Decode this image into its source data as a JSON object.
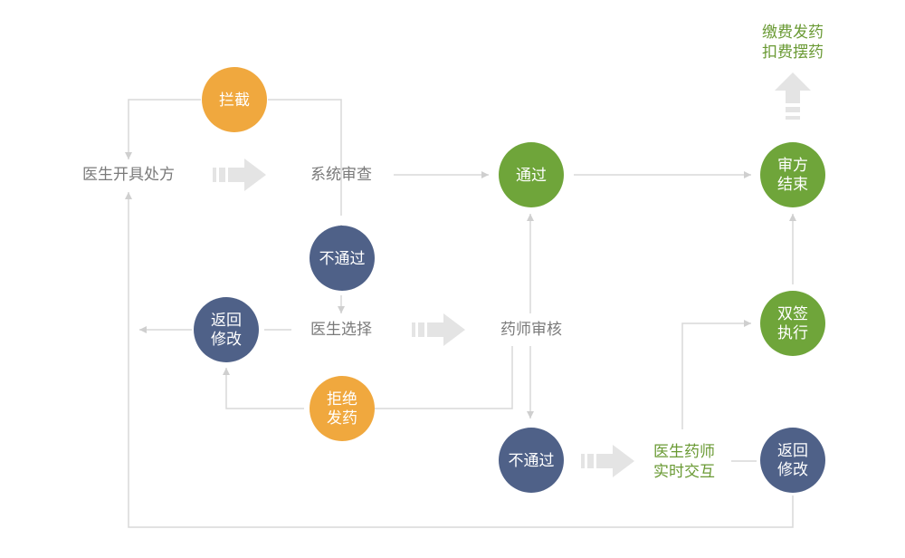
{
  "nodes": {
    "doctor_prescribe": "医生开具处方",
    "system_review": "系统审查",
    "intercept": "拦截",
    "pass_1": "通过",
    "fail_1": "不通过",
    "return_modify_left": [
      "返回",
      "修改"
    ],
    "doctor_choose": "医生选择",
    "pharmacist_review": "药师审核",
    "reject_dispense": [
      "拒绝",
      "发药"
    ],
    "fail_2": "不通过",
    "realtime_interaction": [
      "医生药师",
      "实时交互"
    ],
    "return_modify_right": [
      "返回",
      "修改"
    ],
    "review_end": [
      "审方",
      "结束"
    ],
    "double_sign": [
      "双签",
      "执行"
    ],
    "pay_dispense": [
      "缴费发药",
      "扣费摆药"
    ]
  },
  "colors": {
    "orange": "#f0a83e",
    "navy": "#4f6188",
    "green": "#6fa53a",
    "green_text": "#6a9a34",
    "line": "#d6d6d6",
    "arrow_fill": "#e6e6e6"
  }
}
